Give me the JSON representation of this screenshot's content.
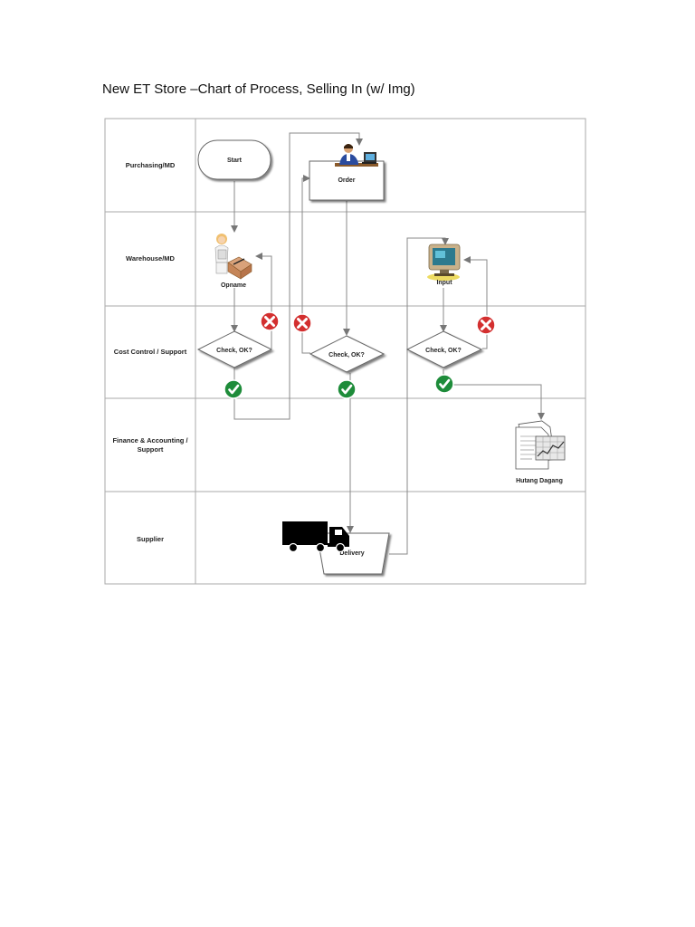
{
  "title": "New ET Store –Chart of Process, Selling In (w/ Img)",
  "lanes": [
    {
      "label_lines": [
        "Purchasing/MD"
      ]
    },
    {
      "label_lines": [
        "Warehouse/MD"
      ]
    },
    {
      "label_lines": [
        "Cost Control / Support"
      ]
    },
    {
      "label_lines": [
        "Finance & Accounting /",
        "Support"
      ]
    },
    {
      "label_lines": [
        "Supplier"
      ]
    }
  ],
  "nodes": {
    "start": "Start",
    "order": "Order",
    "opname": "Opname",
    "input": "Input",
    "check1": "Check, OK?",
    "check2": "Check, OK?",
    "check3": "Check, OK?",
    "hutang": "Hutang Dagang",
    "delivery": "Delivery"
  },
  "colors": {
    "reject": "#d32f2f",
    "approve": "#1e8c3a",
    "line": "#888888",
    "border": "#aaaaaa"
  },
  "icons": [
    "person-at-computer-icon",
    "woman-with-boxes-icon",
    "computer-monitor-icon",
    "spreadsheet-document-icon",
    "delivery-truck-icon",
    "reject-x-icon",
    "approve-check-icon"
  ]
}
